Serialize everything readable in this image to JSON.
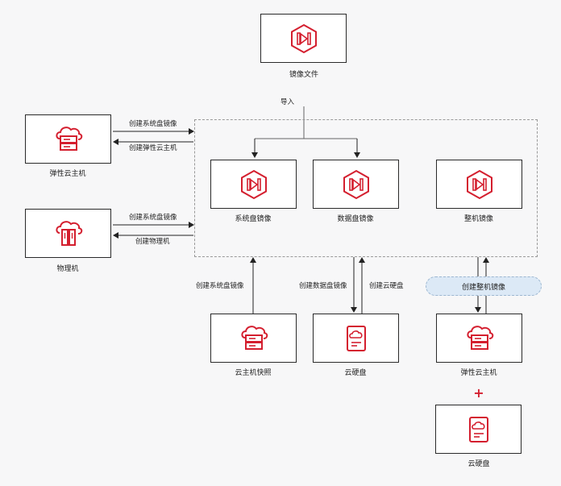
{
  "nodes": {
    "image_file": {
      "label": "镜像文件",
      "icon": "image-file-icon"
    },
    "ecs_left": {
      "label": "弹性云主机",
      "icon": "cloud-server-icon"
    },
    "physical": {
      "label": "物理机",
      "icon": "physical-server-icon"
    },
    "system_disk_image": {
      "label": "系统盘镜像",
      "icon": "image-icon"
    },
    "data_disk_image": {
      "label": "数据盘镜像",
      "icon": "image-icon"
    },
    "full_image": {
      "label": "整机镜像",
      "icon": "image-icon"
    },
    "snapshot": {
      "label": "云主机快照",
      "icon": "cloud-server-icon"
    },
    "cloud_disk_mid": {
      "label": "云硬盘",
      "icon": "cloud-disk-icon"
    },
    "ecs_right": {
      "label": "弹性云主机",
      "icon": "cloud-server-icon"
    },
    "cloud_disk_bottom": {
      "label": "云硬盘",
      "icon": "cloud-disk-icon"
    }
  },
  "edges": {
    "import": "导入",
    "ecs_create_sys_image": "创建系统盘镜像",
    "ecs_create_ecs": "创建弹性云主机",
    "phys_create_sys_image": "创建系统盘镜像",
    "phys_create_phys": "创建物理机",
    "snapshot_create_sys_image": "创建系统盘镜像",
    "disk_create_data_image": "创建数据盘镜像",
    "disk_create_cloud_disk": "创建云硬盘",
    "create_full_image": "创建整机镜像"
  },
  "plus_sign": "+",
  "colors": {
    "accent": "#d41f2f",
    "border": "#2a2a2a",
    "background": "#f7f7f8",
    "pill": "#dce9f6"
  }
}
